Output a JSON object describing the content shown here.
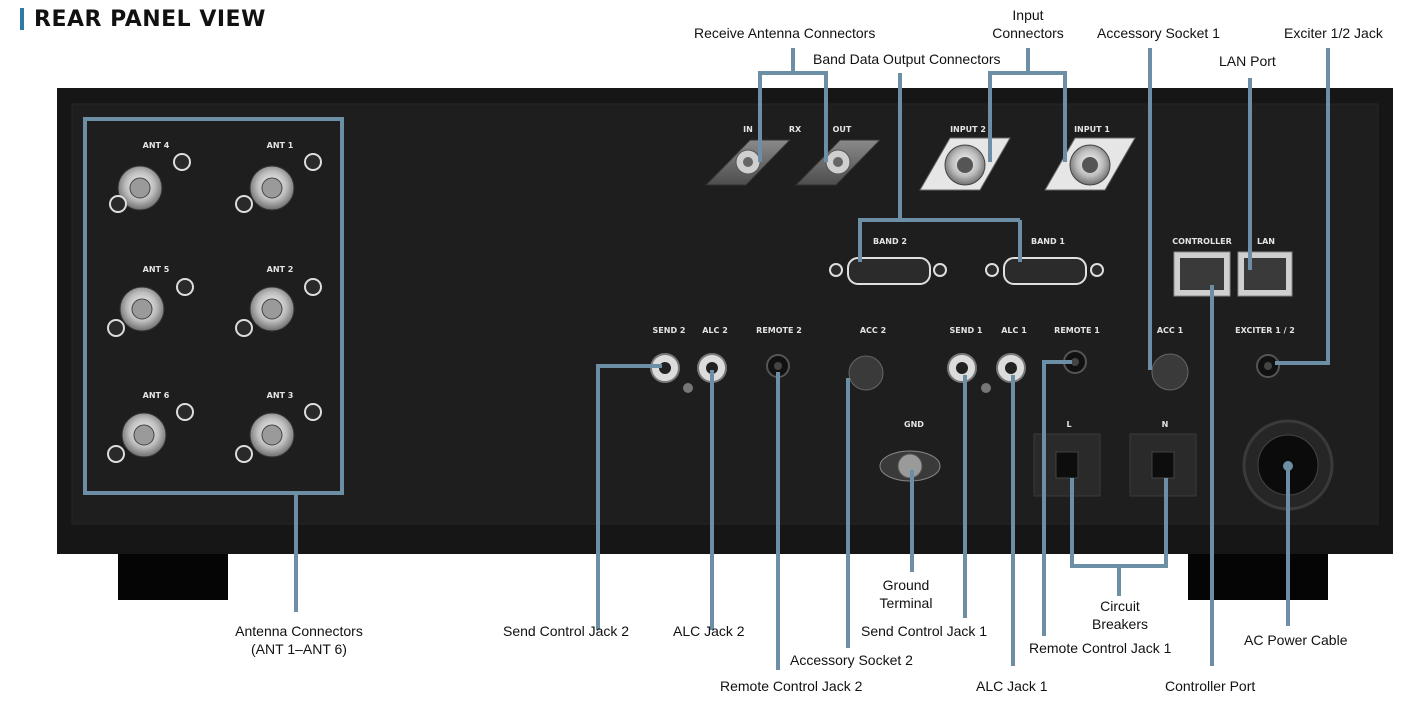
{
  "title": "REAR PANEL VIEW",
  "accent_color": "#6c8fa6",
  "callouts": {
    "receive_antenna_connectors": "Receive Antenna Connectors",
    "input_connectors_line1": "Input",
    "input_connectors_line2": "Connectors",
    "accessory_socket_1": "Accessory Socket 1",
    "exciter_jack": "Exciter 1/2 Jack",
    "band_data_output_connectors": "Band Data Output Connectors",
    "lan_port": "LAN Port",
    "antenna_connectors_line1": "Antenna Connectors",
    "antenna_connectors_line2": "(ANT 1–ANT 6)",
    "send_control_jack_2": "Send Control Jack 2",
    "alc_jack_2": "ALC Jack 2",
    "remote_control_jack_2": "Remote Control Jack 2",
    "accessory_socket_2": "Accessory Socket 2",
    "ground_terminal_line1": "Ground",
    "ground_terminal_line2": "Terminal",
    "send_control_jack_1": "Send Control Jack 1",
    "alc_jack_1": "ALC Jack 1",
    "circuit_breakers_line1": "Circuit",
    "circuit_breakers_line2": "Breakers",
    "remote_control_jack_1": "Remote Control Jack 1",
    "controller_port": "Controller Port",
    "ac_power_cable": "AC Power Cable"
  },
  "panel_labels": {
    "ant4": "ANT 4",
    "ant1": "ANT 1",
    "ant5": "ANT 5",
    "ant2": "ANT 2",
    "ant6": "ANT 6",
    "ant3": "ANT 3",
    "rx_in": "IN",
    "rx": "RX",
    "rx_out": "OUT",
    "input2": "INPUT 2",
    "input1": "INPUT 1",
    "band2": "BAND 2",
    "band1": "BAND 1",
    "controller": "CONTROLLER",
    "lan": "LAN",
    "send2": "SEND 2",
    "alc2": "ALC 2",
    "remote2": "REMOTE 2",
    "acc2": "ACC 2",
    "send1": "SEND 1",
    "alc1": "ALC 1",
    "remote1": "REMOTE 1",
    "acc1": "ACC 1",
    "exciter": "EXCITER 1 / 2",
    "gnd": "GND",
    "l": "L",
    "n": "N"
  }
}
